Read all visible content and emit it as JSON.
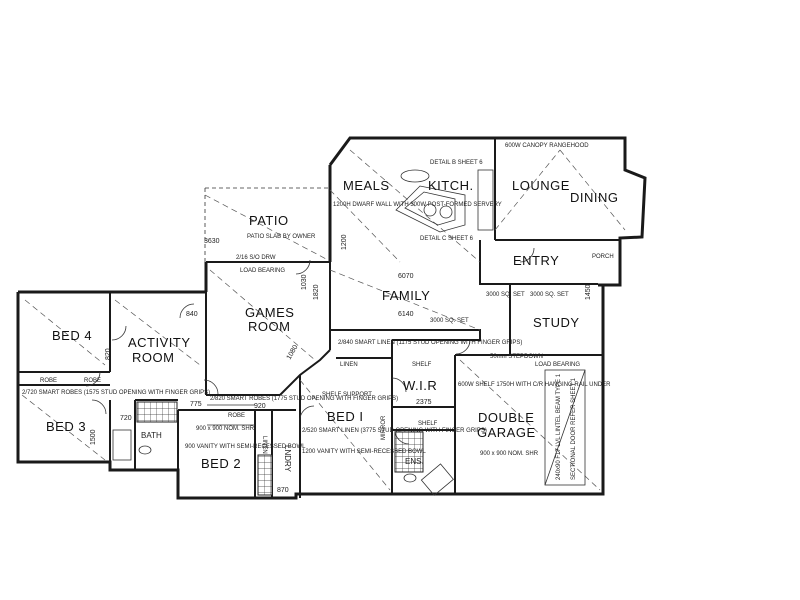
{
  "rooms": {
    "meals": "MEALS",
    "kitch": "KITCH.",
    "lounge": "LOUNGE",
    "dining": "DINING",
    "patio": "PATIO",
    "entry": "ENTRY",
    "porch": "PORCH",
    "family": "FAMILY",
    "games_1": "GAMES",
    "games_2": "ROOM",
    "study": "STUDY",
    "bed4": "BED 4",
    "activity_1": "ACTIVITY",
    "activity_2": "ROOM",
    "bed3": "BED 3",
    "bath": "BATH",
    "bed2": "BED 2",
    "bed1": "BED I",
    "wir": "W.I.R",
    "ens": "ENS.",
    "lndry": "LNDRY",
    "garage_1": "DOUBLE",
    "garage_2": "GARAGE",
    "linen": "LINEN",
    "robe_1": "ROBE",
    "robe_2": "ROBE",
    "robe_3": "ROBE",
    "linen_small": "LINEN",
    "shelf_1": "SHELF",
    "shelf_2": "SHELF"
  },
  "notes": {
    "canopy": "600W CANOPY RANGEHOOD",
    "detail_b": "DETAIL B SHEET 6",
    "detail_c": "DETAIL C SHEET 6",
    "dwarf_wall": "1200H DWARF WALL WITH 300W POST-FORMED SERVERY",
    "patio_slab": "PATIO SLAB BY OWNER",
    "load_bearing_1": "LOAD BEARING",
    "load_bearing_2": "LOAD BEARING",
    "smart_linen_1": "2/840 SMART LINEN (1175 STUD OPENING WITH FINGER GRIPS)",
    "smart_robes_1": "2/720 SMART ROBES (1575 STUD OPENING WITH FINGER GRIPS)",
    "smart_robes_2": "2/820 SMART ROBES (1775 STUD OPENING WITH FINGER GRIPS)",
    "smart_linen_2": "2/520 SMART LINEN (3775 STUD OPENING WITH FINGER GRIPS)",
    "vanity_1": "900 VANITY WITH SEMI-RECESSED BOWL",
    "vanity_2": "1200 VANITY WITH SEMI-RECESSED BOWL",
    "shower_1": "900 x 900 NOM. SHR",
    "shower_2": "900 x 900 NOM. SHR",
    "shelf_support": "SHELF SUPPORT",
    "shelf_note": "600W SHELF 1750H WITH C/R HANGING RAIL UNDER",
    "stepdown": "50mm STEPDOWN",
    "mirror": "MIRROR",
    "beam_note": "240x90 F17 LVL LINTEL BEAM TYPE 1",
    "sectional": "SECTIONAL DOOR REFER SHEET 1"
  },
  "dims": {
    "d6070": "6070",
    "d6140": "6140",
    "d3000a": "3000 SQ. SET",
    "d3000b": "3000 SQ. SET",
    "d3000c": "3000 SQ. SET",
    "d2375": "2375",
    "d840": "840",
    "d820": "820",
    "d720": "720",
    "d1500": "1500",
    "d1080": "1080",
    "d3630": "3630",
    "d1820": "1820",
    "d1450": "1450",
    "d1030": "1030",
    "d1200": "1200",
    "d2116": "2/16 S/O DRW",
    "d775": "775",
    "d870": "870",
    "d920": "920"
  }
}
